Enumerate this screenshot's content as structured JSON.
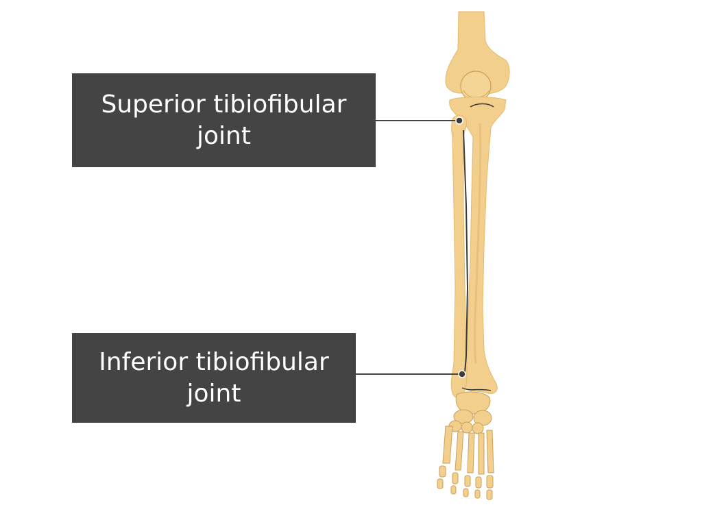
{
  "labels": {
    "superior": {
      "line1": "Superior tibiofibular",
      "line2": "joint"
    },
    "inferior": {
      "line1": "Inferior tibiofibular",
      "line2": "joint"
    }
  },
  "colors": {
    "bone_fill": "#f2cf8c",
    "bone_shadow": "#e3b96d",
    "bone_outline": "#c9a15a",
    "joint_line": "#3a3a3a",
    "label_bg": "#444444",
    "label_text": "#ffffff",
    "background": "#ffffff"
  }
}
